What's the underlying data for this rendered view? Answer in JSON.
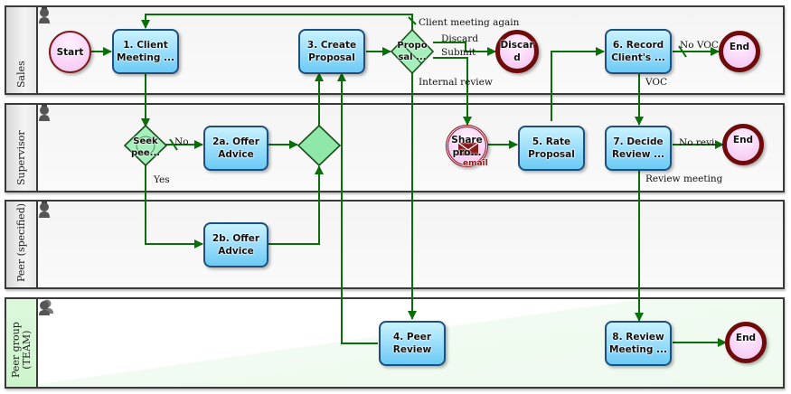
{
  "lanes": [
    {
      "label": "Sales",
      "icon": "person-icon"
    },
    {
      "label": "Supervisor",
      "icon": "person-icon"
    },
    {
      "label": "Peer (specified)",
      "icon": "person-icon"
    },
    {
      "label": "Peer group\n(TEAM)",
      "label_line1": "Peer group",
      "label_line2": "(TEAM)",
      "icon": "group-icon"
    }
  ],
  "events": {
    "start": "Start",
    "discard": "Discar\nd",
    "end_sales": "End",
    "end_supervisor": "End",
    "end_team": "End",
    "share": "Share\npro...",
    "share_tag": "email"
  },
  "tasks": {
    "t1": "1. Client\nMeeting ...",
    "t2a": "2a. Offer\nAdvice",
    "t2b": "2b. Offer\nAdvice",
    "t3": "3. Create\nProposal",
    "t4": "4. Peer\nReview",
    "t5": "5. Rate\nProposal",
    "t6": "6. Record\nClient's ...",
    "t7": "7. Decide\nReview ...",
    "t8": "8. Review\nMeeting ..."
  },
  "gateways": {
    "seek": "Seek\npee...",
    "proposal": "Propo\nsal ...",
    "merge": ""
  },
  "flow_labels": {
    "client_meeting_again": "Client meeting again",
    "discard": "Discard",
    "submit": "Submit",
    "internal_review": "Internal review",
    "no": "No",
    "yes": "Yes",
    "no_voc": "No VOC",
    "voc": "VOC",
    "no_review": "No revi...",
    "review_meeting": "Review meeting"
  },
  "colors": {
    "flow": "#0a6e0a",
    "task_border": "#1e4f7e",
    "end_border": "#6e0b0b",
    "gateway_fill": "#8fe8a8"
  }
}
